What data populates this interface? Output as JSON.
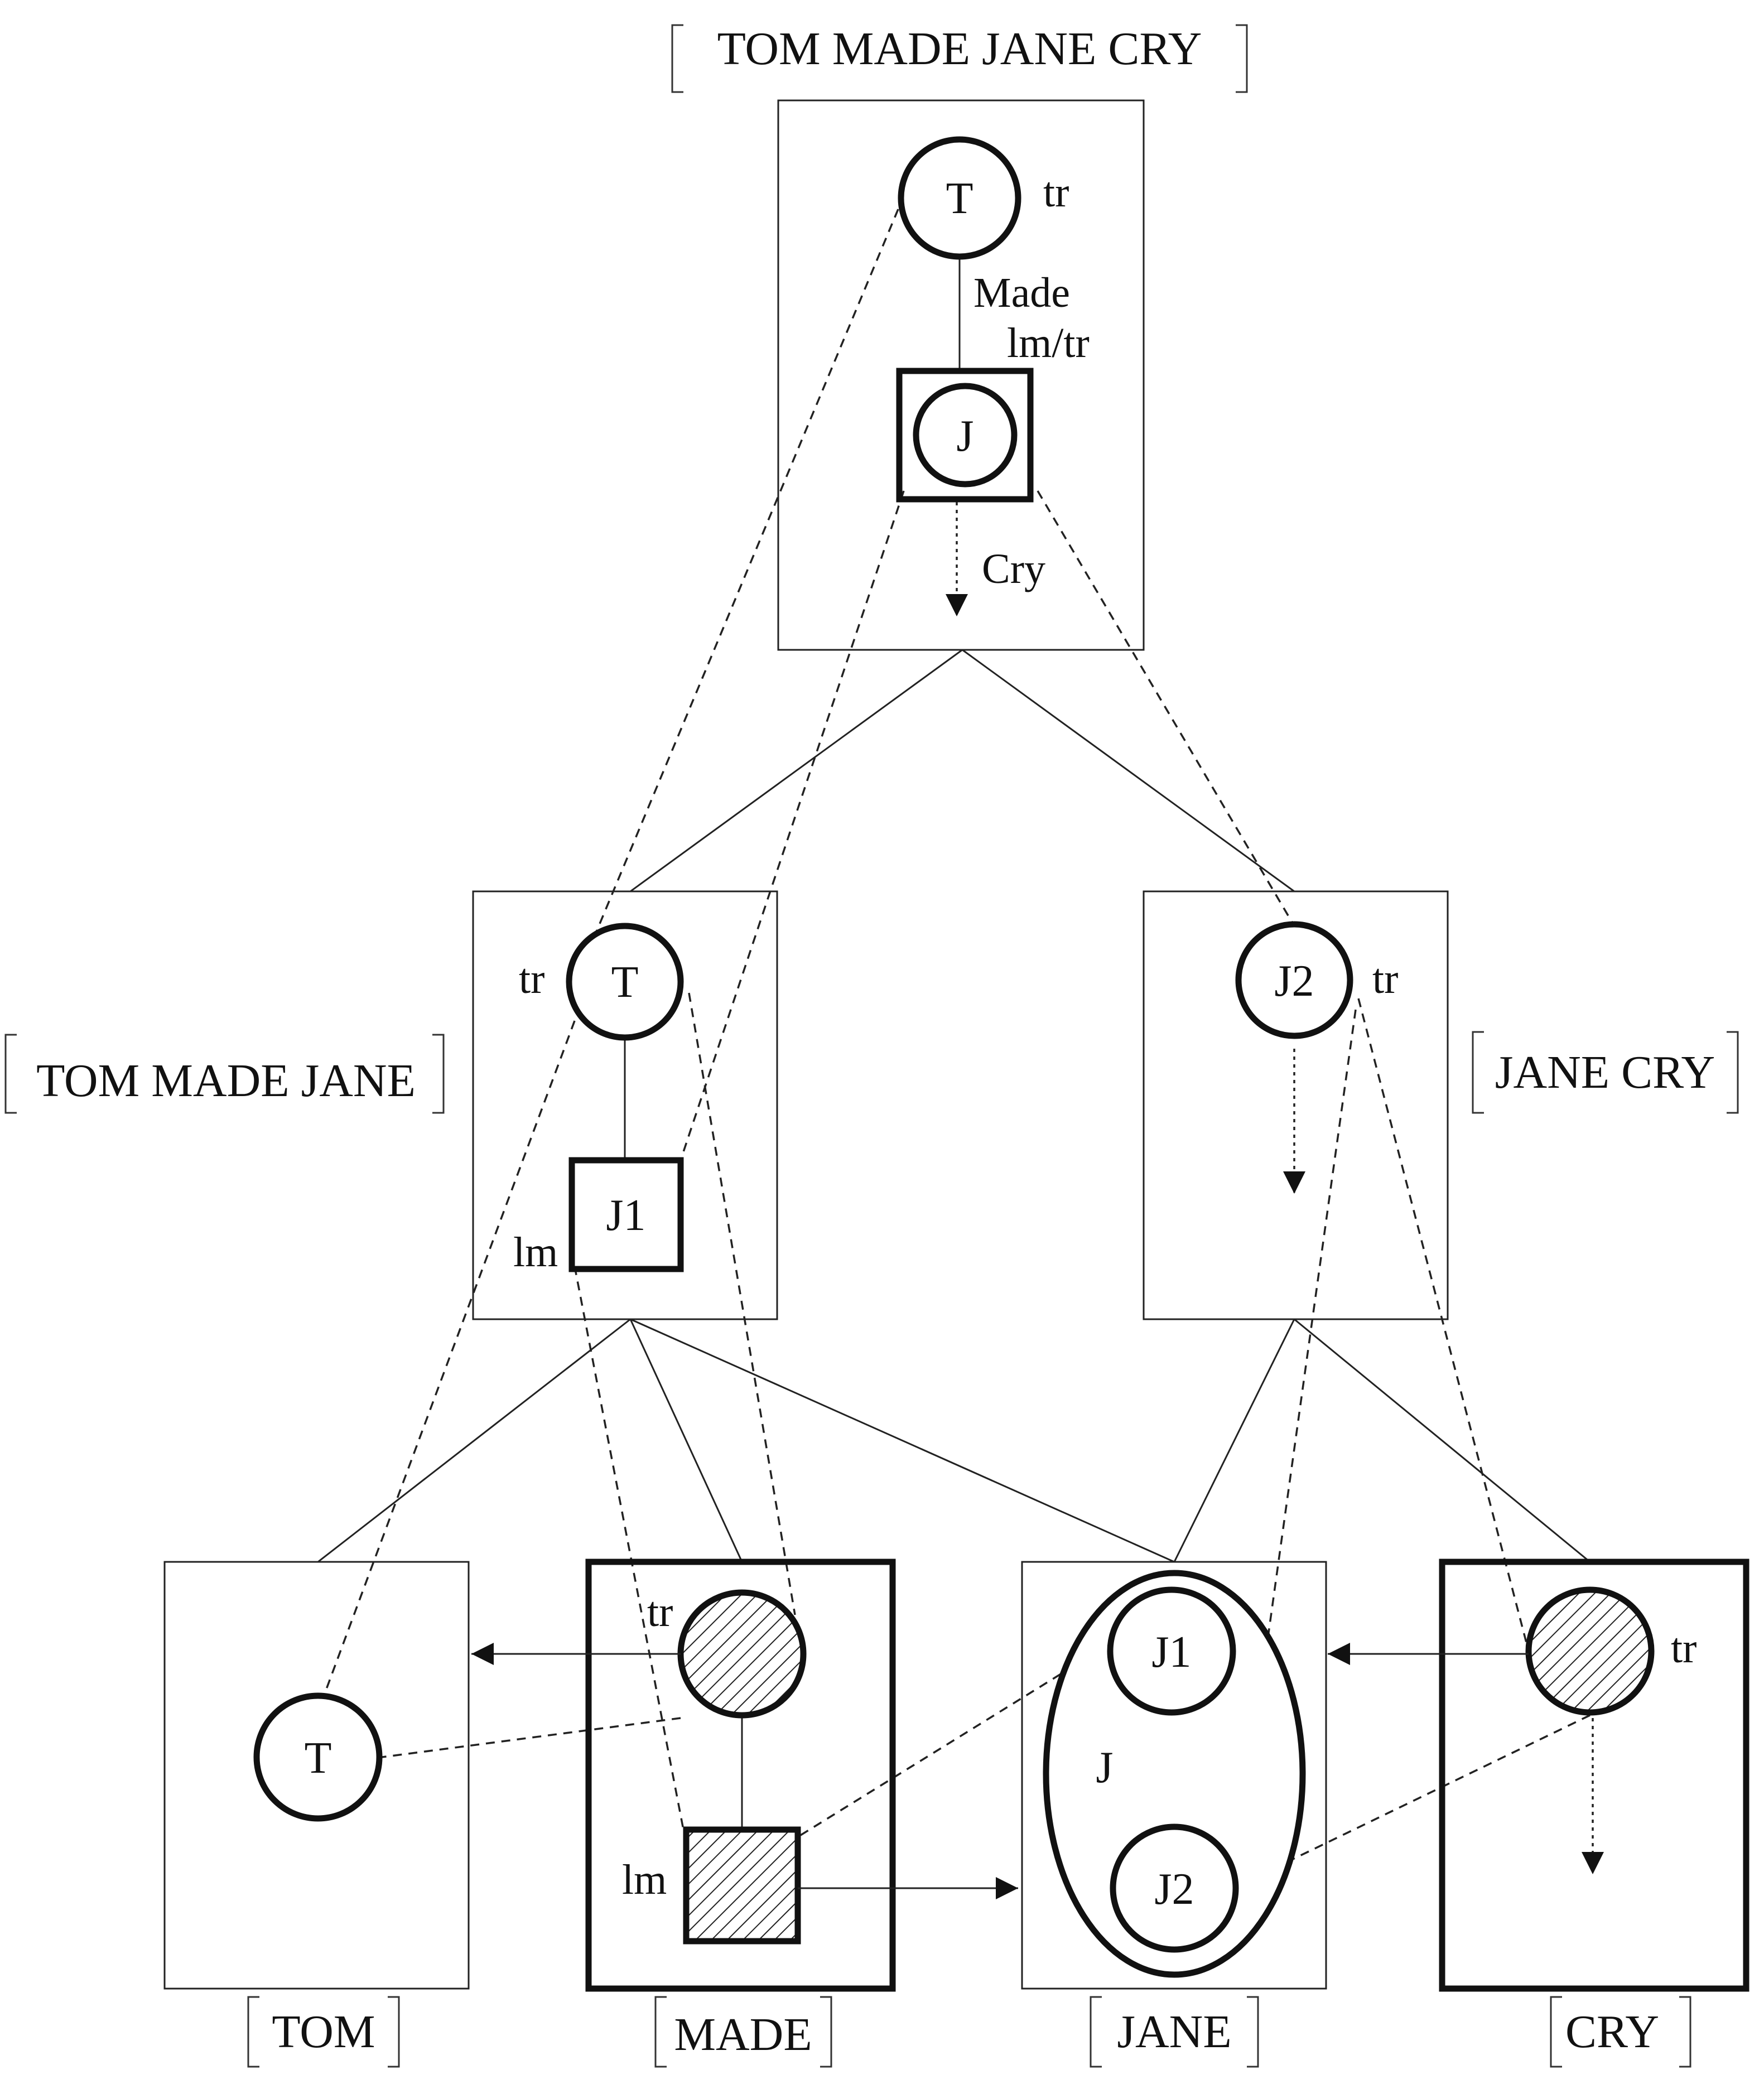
{
  "constructions": {
    "top": {
      "label": "TOM MADE JANE CRY"
    },
    "left_mid": {
      "label": "TOM MADE JANE"
    },
    "right_mid": {
      "label": "JANE CRY"
    },
    "tom": {
      "label": "TOM"
    },
    "made": {
      "label": "MADE"
    },
    "jane": {
      "label": "JANE"
    },
    "cry": {
      "label": "CRY"
    }
  },
  "top_panel": {
    "node_t": "T",
    "node_j": "J",
    "tr_label": "tr",
    "made_label": "Made",
    "lmtr_label": "lm/tr",
    "cry_label": "Cry"
  },
  "left_panel": {
    "node_t": "T",
    "node_j1": "J1",
    "tr_label": "tr",
    "lm_label": "lm"
  },
  "right_panel": {
    "node_j2": "J2",
    "tr_label": "tr"
  },
  "tom_panel": {
    "node_t": "T"
  },
  "made_panel": {
    "tr_label": "tr",
    "lm_label": "lm"
  },
  "jane_panel": {
    "node_j1": "J1",
    "node_j2": "J2",
    "node_j": "J"
  },
  "cry_panel": {
    "tr_label": "tr"
  },
  "colors": {
    "ink": "#111111",
    "background": "#ffffff"
  }
}
